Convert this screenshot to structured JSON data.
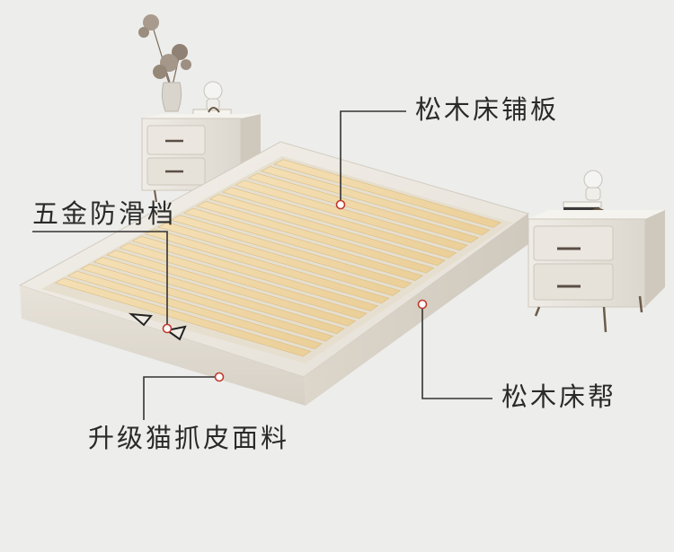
{
  "callouts": {
    "slats": "松木床铺板",
    "anti_slip": "五金防滑档",
    "fabric": "升级猫抓皮面料",
    "side_rail": "松木床帮"
  },
  "colors": {
    "background": "#ededeb",
    "frame": "#ece8e0",
    "slat": "#f0d8a8",
    "marker": "#c0392b",
    "line": "#333333"
  }
}
